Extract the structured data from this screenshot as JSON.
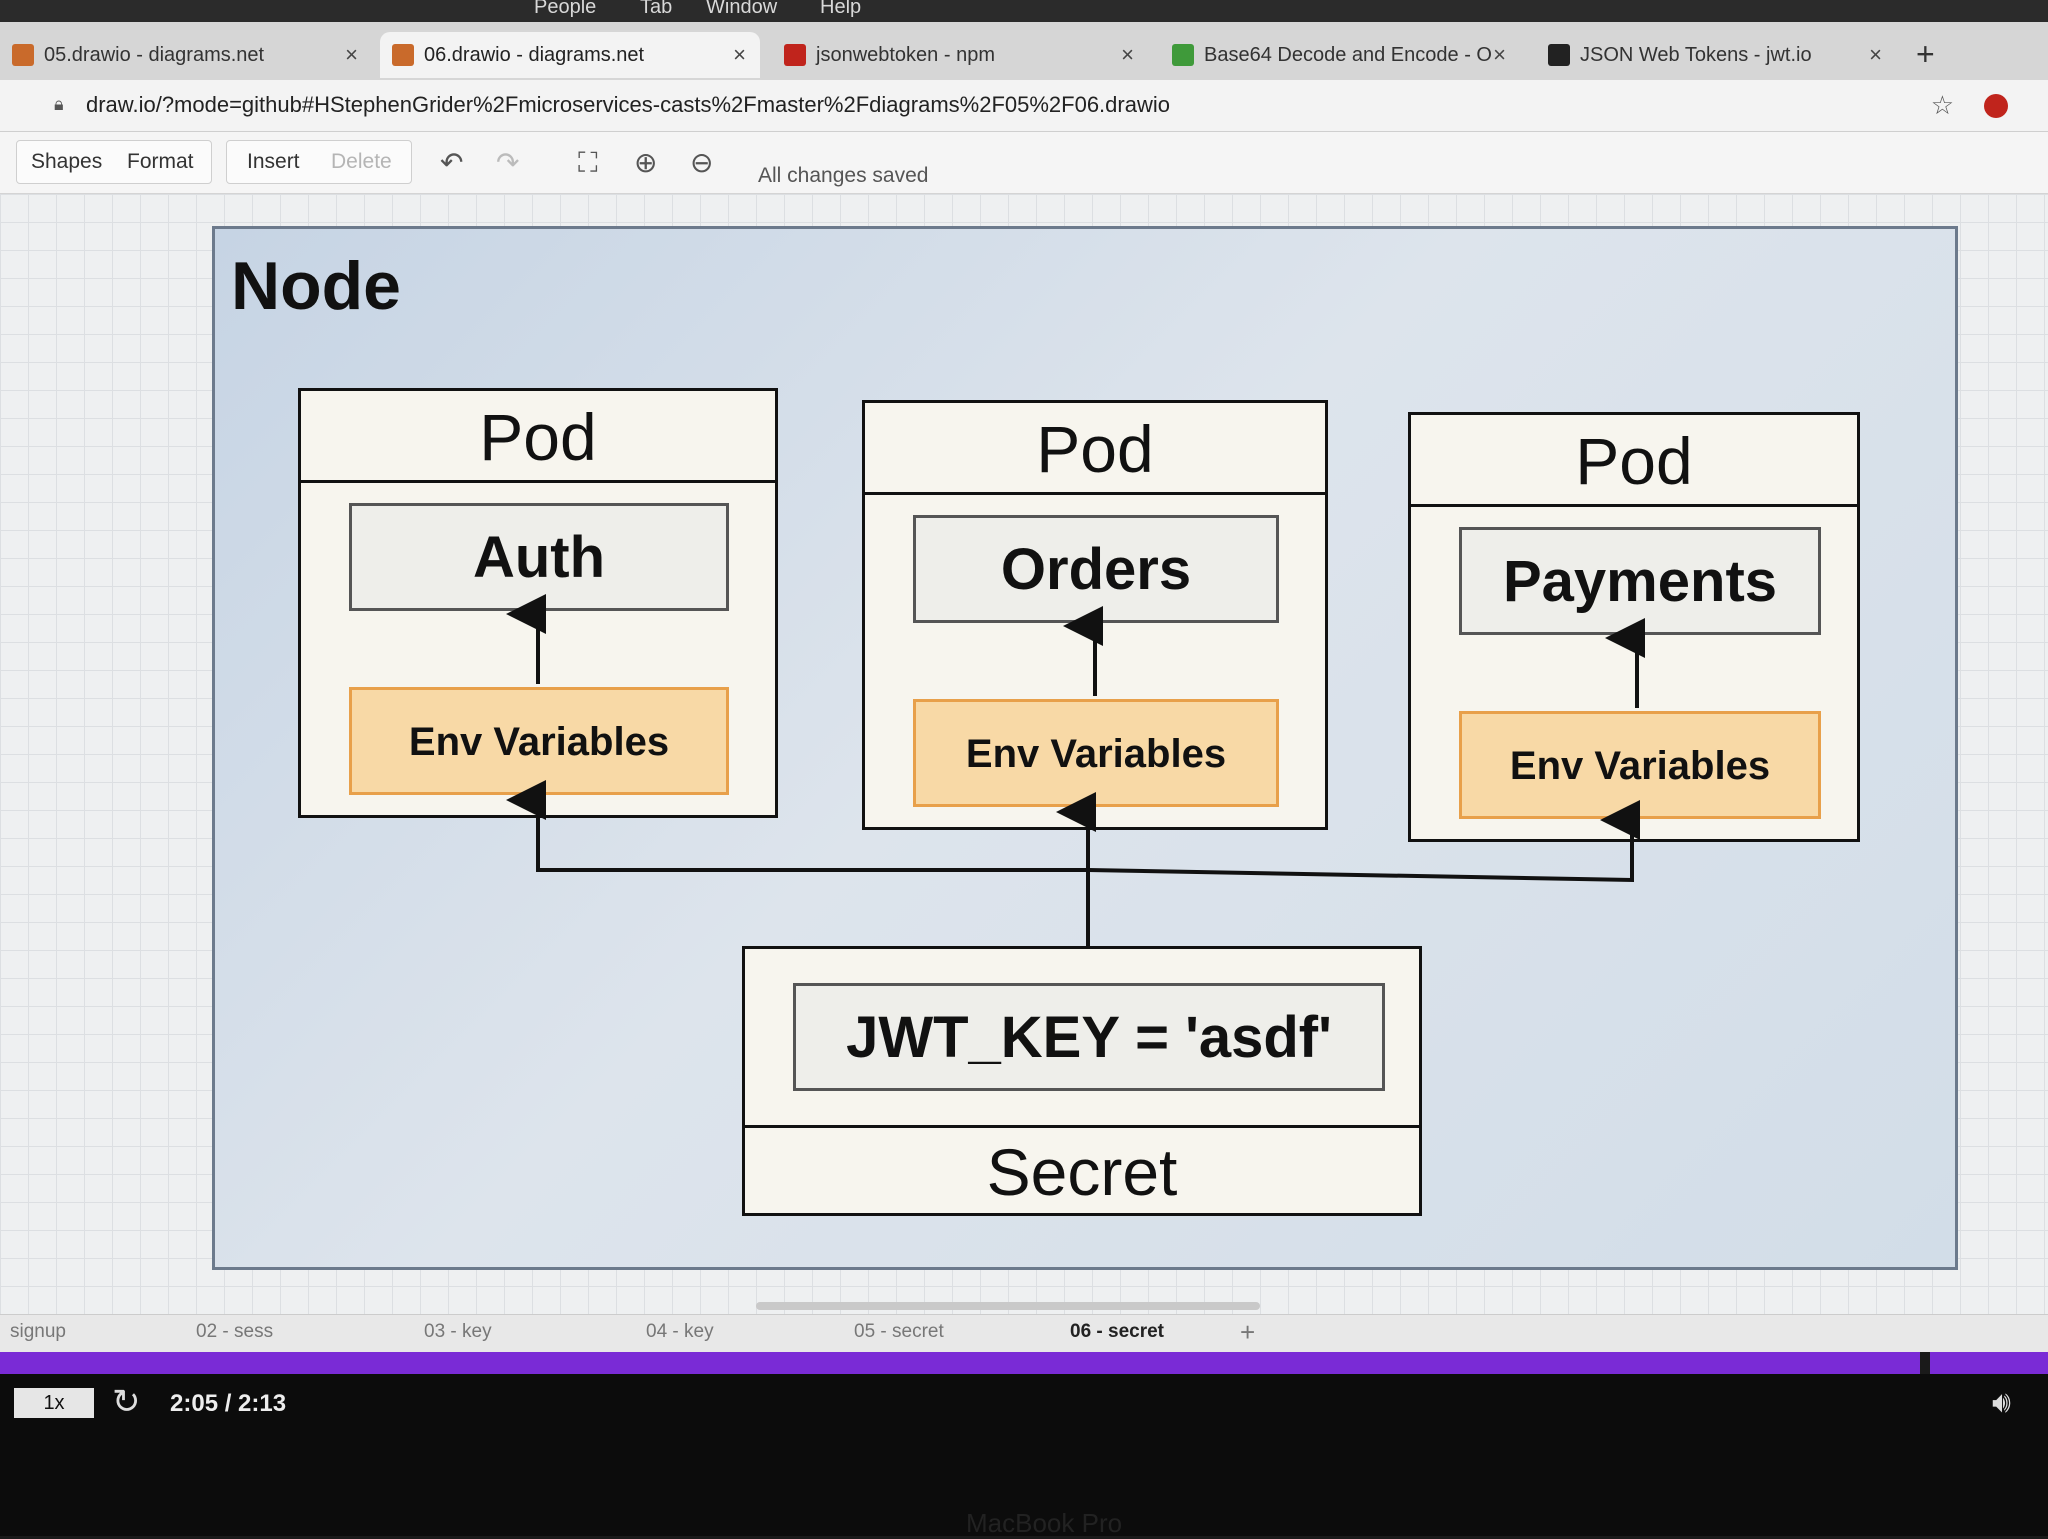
{
  "menubar": {
    "items": [
      "People",
      "Tab",
      "Window",
      "Help"
    ]
  },
  "tabs": [
    {
      "title": "05.drawio - diagrams.net",
      "close": "×",
      "favicon_color": "#c96a2b"
    },
    {
      "title": "06.drawio - diagrams.net",
      "close": "×",
      "favicon_color": "#c96a2b"
    },
    {
      "title": "jsonwebtoken - npm",
      "close": "×",
      "favicon_color": "#c0241c"
    },
    {
      "title": "Base64 Decode and Encode - O",
      "close": "×",
      "favicon_color": "#3f9a3a"
    },
    {
      "title": "JSON Web Tokens - jwt.io",
      "close": "×",
      "favicon_color": "#222222"
    }
  ],
  "new_tab_label": "+",
  "address": {
    "lock_icon": "lock-icon",
    "url": "draw.io/?mode=github#HStephenGrider%2Fmicroservices-casts%2Fmaster%2Fdiagrams%2F05%2F06.drawio"
  },
  "toolbar": {
    "shapes": "Shapes",
    "format": "Format",
    "insert": "Insert",
    "delete": "Delete",
    "undo": "↶",
    "redo": "↷",
    "fullscreen": "⛶",
    "zoom_in": "⊕",
    "zoom_out": "⊖",
    "status": "All changes saved"
  },
  "diagram": {
    "node_title": "Node",
    "pods": [
      {
        "header": "Pod",
        "service": "Auth",
        "env": "Env Variables"
      },
      {
        "header": "Pod",
        "service": "Orders",
        "env": "Env Variables"
      },
      {
        "header": "Pod",
        "service": "Payments",
        "env": "Env Variables"
      }
    ],
    "secret": {
      "key": "JWT_KEY = 'asdf'",
      "label": "Secret"
    }
  },
  "page_tabs": [
    "signup",
    "02 - sess",
    "03 - key",
    "04 - key",
    "05 - secret",
    "06 - secret"
  ],
  "add_page": "+",
  "player": {
    "speed": "1x",
    "time": "2:05 / 2:13",
    "progress": 0.94
  },
  "laptop_label": "MacBook Pro",
  "colors": {
    "env_fill": "#f8d9a6",
    "env_border": "#e8a04a",
    "progress": "#7a2bd6"
  }
}
